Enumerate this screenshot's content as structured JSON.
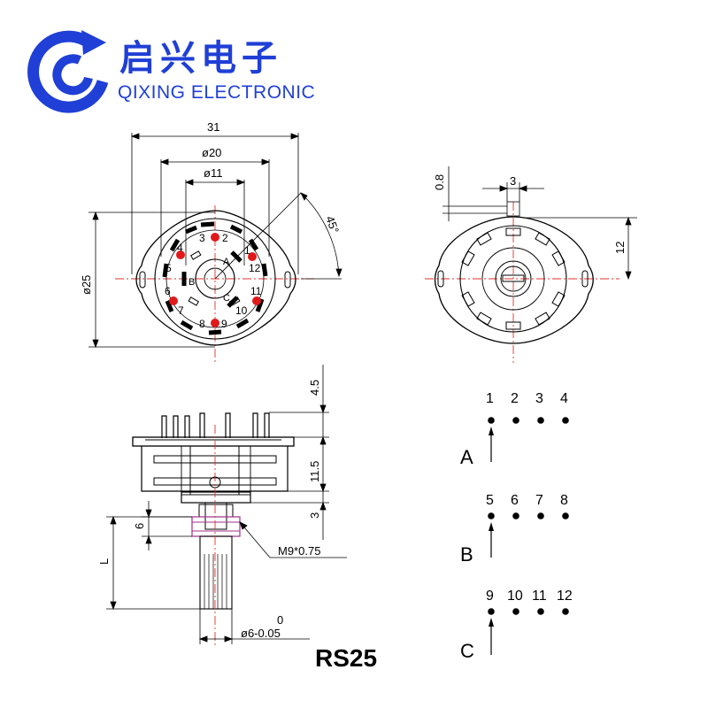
{
  "brand": {
    "name_cn": "启兴电子",
    "name_en": "QIXING ELECTRONIC",
    "accent_color": "#1f3fd6"
  },
  "model": "RS25",
  "front_view": {
    "dimensions": {
      "width": "31",
      "diameter_20": "ø20",
      "diameter_11": "ø11",
      "diameter_25": "ø25",
      "angle": "45°"
    },
    "pin_labels": [
      "1",
      "2",
      "3",
      "4",
      "5",
      "6",
      "7",
      "8",
      "9",
      "10",
      "11",
      "12"
    ],
    "wiper_labels": [
      "A",
      "B",
      "C"
    ]
  },
  "rear_view": {
    "dimensions": {
      "flat_width": "3",
      "flat_depth": "0.8",
      "height": "12"
    }
  },
  "side_view": {
    "dimensions": {
      "pin_height": "4.5",
      "body_height": "11.5",
      "bushing": "3",
      "thread_length": "6",
      "shaft_length": "L",
      "thread": "M9*0.75",
      "shaft_dia": "ø6-0.05",
      "tolerance_upper": "0"
    }
  },
  "schematic": {
    "poles": [
      {
        "label": "A",
        "pins": [
          "1",
          "2",
          "3",
          "4"
        ]
      },
      {
        "label": "B",
        "pins": [
          "5",
          "6",
          "7",
          "8"
        ]
      },
      {
        "label": "C",
        "pins": [
          "9",
          "10",
          "11",
          "12"
        ]
      }
    ]
  },
  "colors": {
    "line": "#000000",
    "centerline": "#e0322a",
    "dot": "#e01a1a",
    "bushing": "#a0308a"
  }
}
